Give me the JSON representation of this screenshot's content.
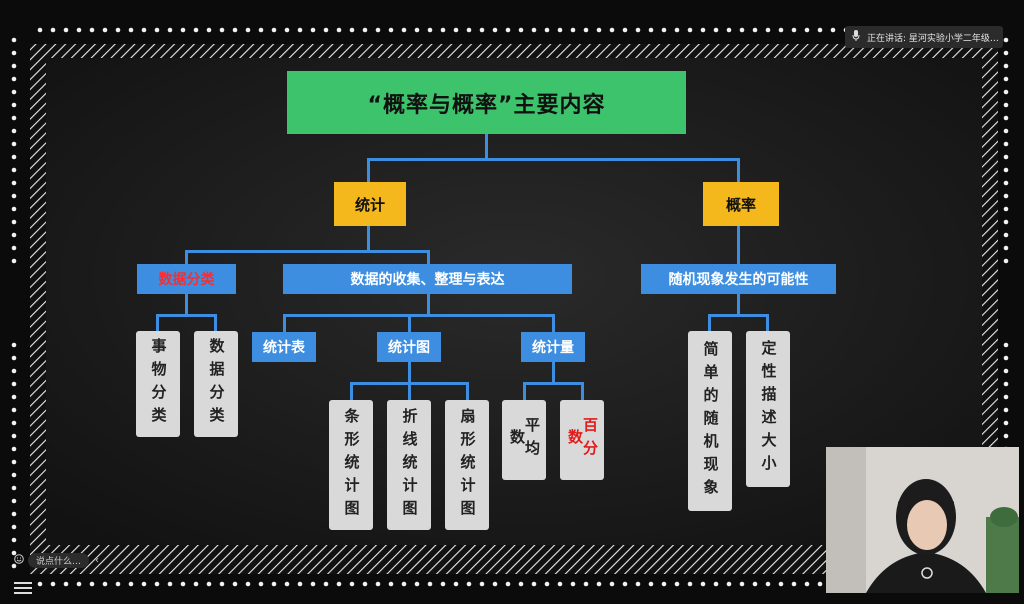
{
  "title": "“概率与概率”主要内容",
  "branches": {
    "stats": "统计",
    "prob": "概率"
  },
  "level2": {
    "classify": "数据分类",
    "collect": "数据的收集、整理与表达",
    "random": "随机现象发生的可能性"
  },
  "level3": {
    "table": "统计表",
    "chart": "统计图",
    "measure": "统计量"
  },
  "leaves": {
    "thing_classify": "事物分类",
    "data_classify": "数据分类",
    "bar": "条形统计图",
    "line": "折线统计图",
    "pie": "扇形统计图",
    "mean": "平均数",
    "percent": "百分数",
    "simple_random": "简单的随机现象",
    "qualitative": "定性描述大小"
  },
  "notice": {
    "text": "正在讲话: 星河实验小学二年级…"
  },
  "bottom": {
    "say": "说点什么…"
  },
  "colors": {
    "title_bg": "#3cc36b",
    "branch_bg": "#f4b81c",
    "node_blue": "#3d8ee0",
    "leaf_grey": "#d9d9d9",
    "highlight_red": "#e21b1b",
    "board": "#111111"
  },
  "icons": [
    "microphone-icon",
    "smile-icon",
    "chevron-left-icon",
    "menu-icon"
  ]
}
